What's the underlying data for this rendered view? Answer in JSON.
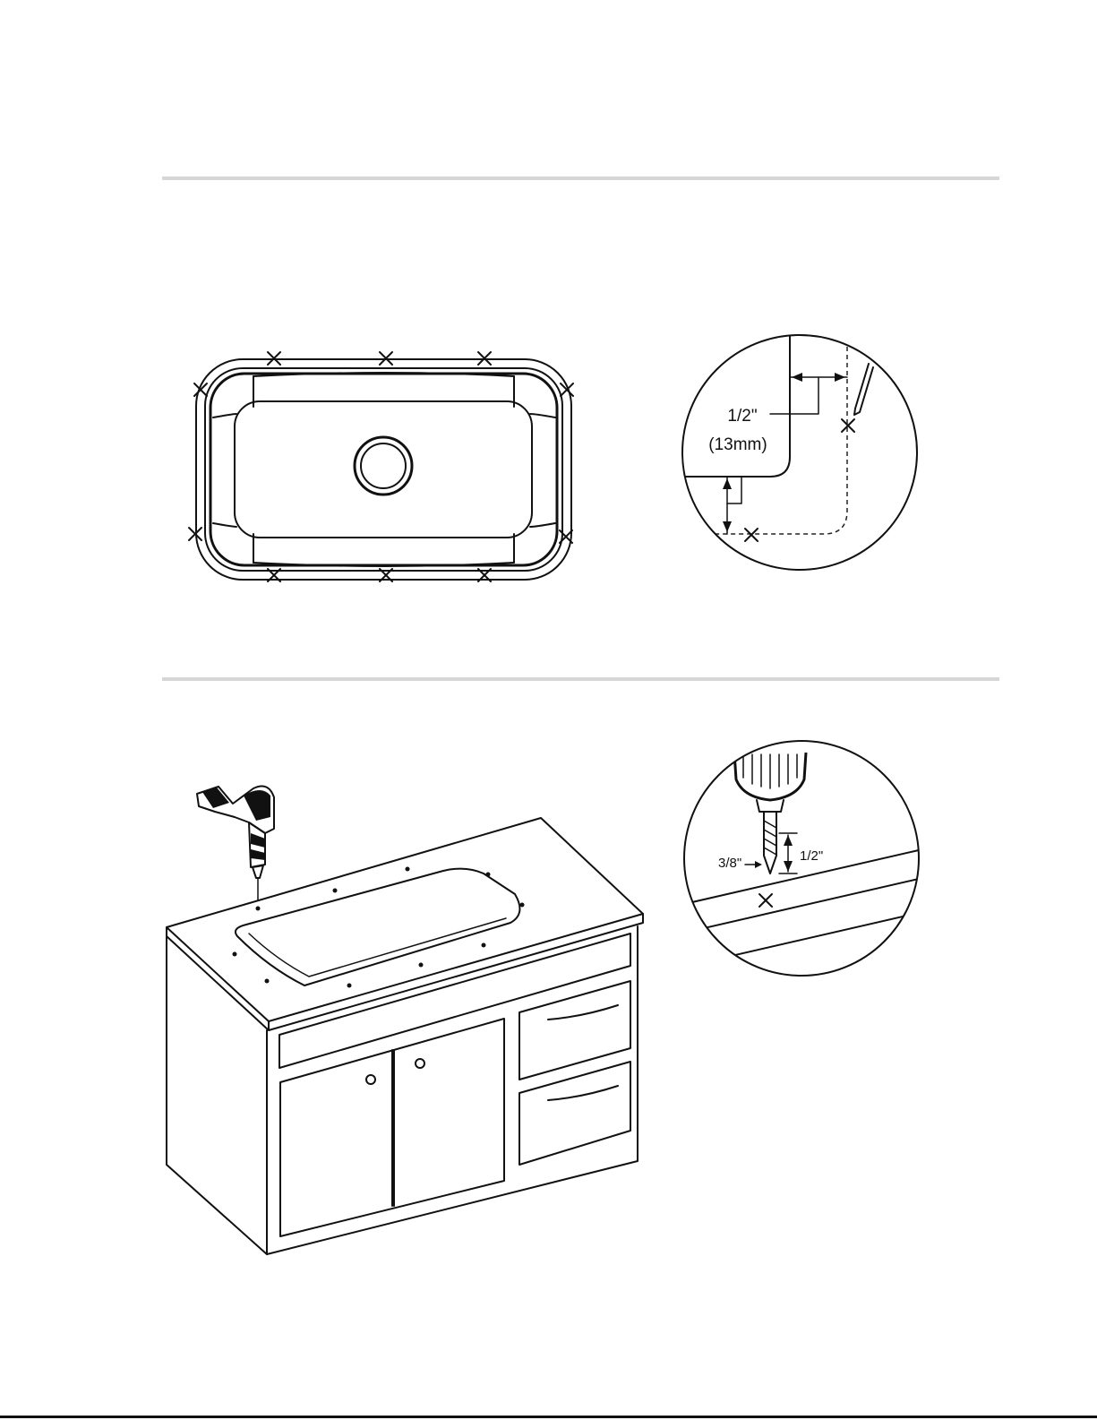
{
  "figure1": {
    "detail_dimension_inch": "1/2\"",
    "detail_dimension_mm": "(13mm)"
  },
  "figure2": {
    "bit_diameter": "3/8\"",
    "drill_depth": "1/2\""
  },
  "colors": {
    "line": "#111111",
    "rule": "#d6d6d6",
    "background": "#ffffff"
  }
}
